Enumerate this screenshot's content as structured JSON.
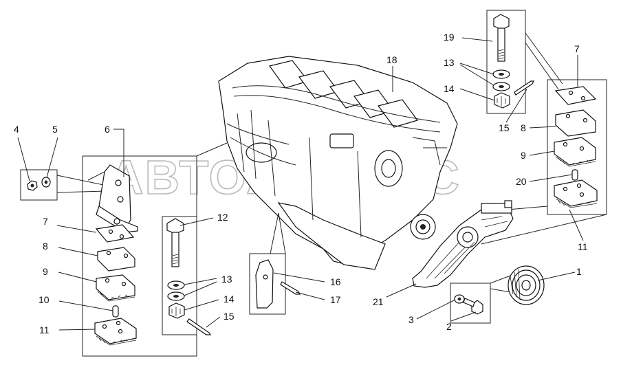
{
  "watermark": "АВТОАЛЬЯНС",
  "callouts": [
    {
      "id": "c1",
      "text": "1"
    },
    {
      "id": "c2",
      "text": "2"
    },
    {
      "id": "c3",
      "text": "3"
    },
    {
      "id": "c4",
      "text": "4"
    },
    {
      "id": "c5",
      "text": "5"
    },
    {
      "id": "c6",
      "text": "6"
    },
    {
      "id": "c7a",
      "text": "7"
    },
    {
      "id": "c7b",
      "text": "7"
    },
    {
      "id": "c8a",
      "text": "8"
    },
    {
      "id": "c8b",
      "text": "8"
    },
    {
      "id": "c9a",
      "text": "9"
    },
    {
      "id": "c9b",
      "text": "9"
    },
    {
      "id": "c10",
      "text": "10"
    },
    {
      "id": "c11a",
      "text": "11"
    },
    {
      "id": "c11b",
      "text": "11"
    },
    {
      "id": "c12",
      "text": "12"
    },
    {
      "id": "c13a",
      "text": "13"
    },
    {
      "id": "c13b",
      "text": "13"
    },
    {
      "id": "c14a",
      "text": "14"
    },
    {
      "id": "c14b",
      "text": "14"
    },
    {
      "id": "c15a",
      "text": "15"
    },
    {
      "id": "c15b",
      "text": "15"
    },
    {
      "id": "c16",
      "text": "16"
    },
    {
      "id": "c17",
      "text": "17"
    },
    {
      "id": "c18",
      "text": "18"
    },
    {
      "id": "c19",
      "text": "19"
    },
    {
      "id": "c20",
      "text": "20"
    },
    {
      "id": "c21",
      "text": "21"
    }
  ]
}
